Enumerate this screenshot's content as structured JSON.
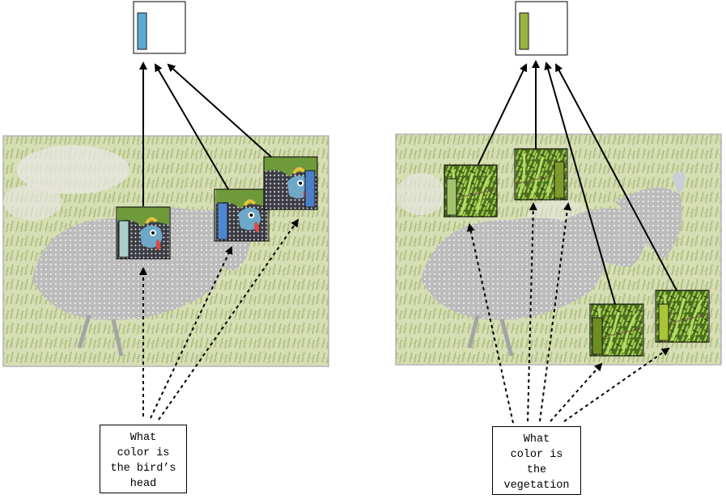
{
  "panels": [
    {
      "id": "bird-head",
      "question": "What\ncolor is\nthe bird’s\nhead",
      "answer_color": "#5aaad8",
      "patches": [
        {
          "bar_color": "#a9cfc8",
          "content": "bird-head"
        },
        {
          "bar_color": "#4f86d1",
          "content": "bird-head"
        },
        {
          "bar_color": "#4a7ec7",
          "content": "bird-head"
        }
      ]
    },
    {
      "id": "vegetation",
      "question": "What\ncolor is\nthe\nvegetation",
      "answer_color": "#9ab23e",
      "patches": [
        {
          "bar_color": "#a3c46a",
          "content": "vegetation"
        },
        {
          "bar_color": "#7f9a2a",
          "content": "vegetation"
        },
        {
          "bar_color": "#6f8e22",
          "content": "vegetation"
        },
        {
          "bar_color": "#a8c437",
          "content": "vegetation"
        }
      ]
    }
  ],
  "colors": {
    "grass_light": "#dbe3bd",
    "grass_dark": "#b7c68f",
    "bird_body": "#c9c9c9",
    "photo_border": "#b5b5b5"
  }
}
